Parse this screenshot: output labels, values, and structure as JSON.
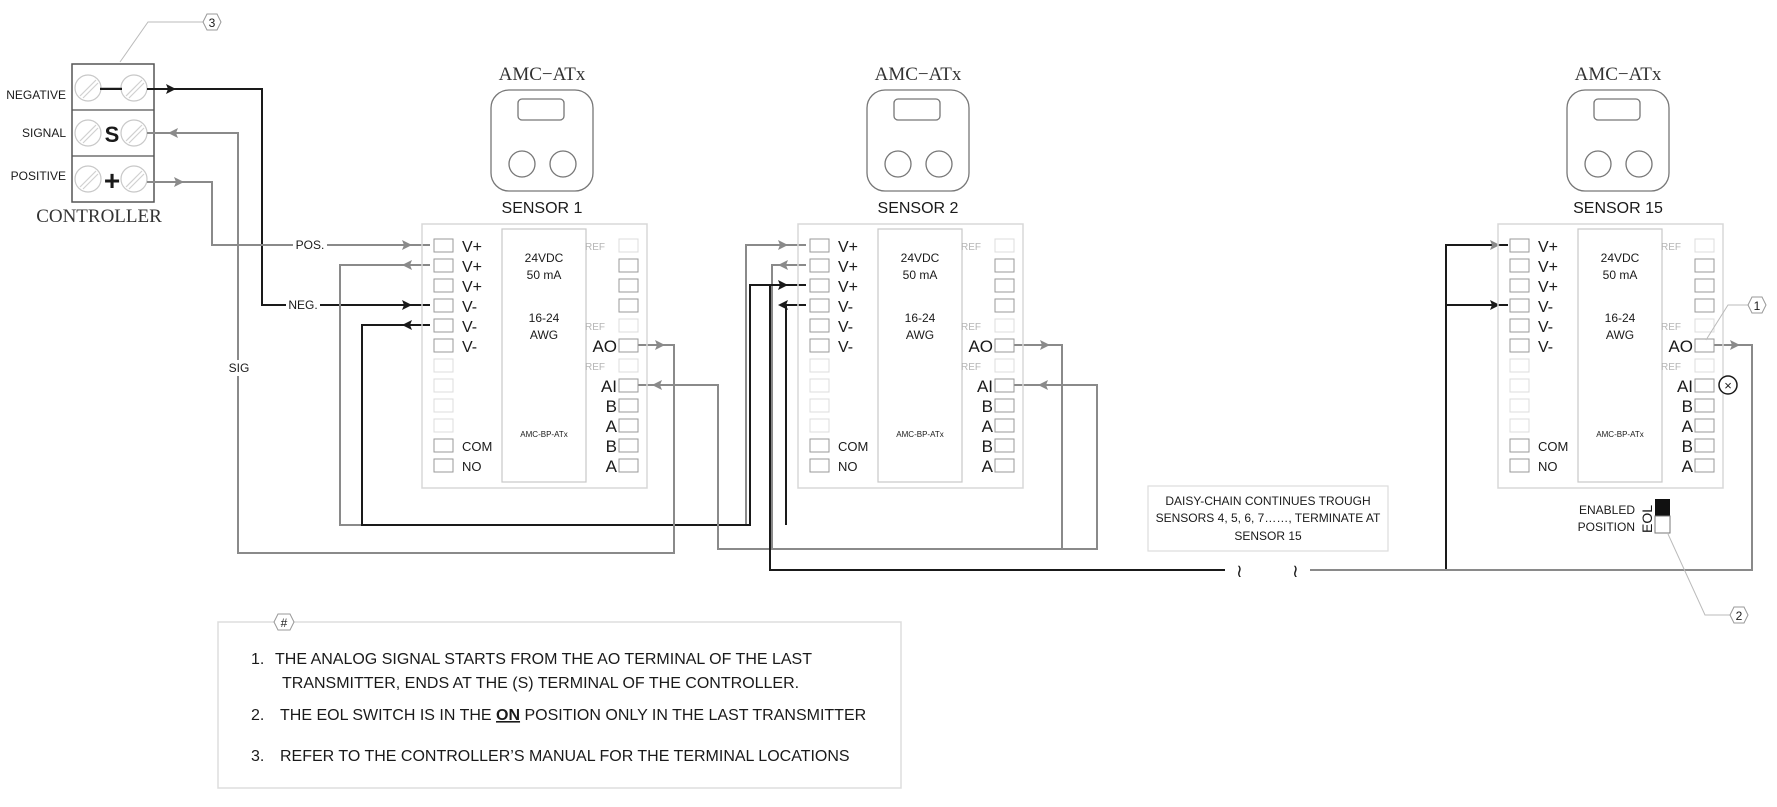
{
  "controller": {
    "label": "CONTROLLER",
    "callout": "3",
    "rows": [
      {
        "label": "NEGATIVE",
        "symbol": "—"
      },
      {
        "label": "SIGNAL",
        "symbol": "S"
      },
      {
        "label": "POSITIVE",
        "symbol": "+"
      }
    ]
  },
  "wire_labels": {
    "pos": "POS.",
    "neg": "NEG.",
    "sig": "SIG"
  },
  "sensors": [
    {
      "model": "AMC−ATx",
      "name": "SENSOR 1"
    },
    {
      "model": "AMC−ATx",
      "name": "SENSOR 2"
    },
    {
      "model": "AMC−ATx",
      "name": "SENSOR 15"
    }
  ],
  "board": {
    "left_labels": [
      "V+",
      "V+",
      "V+",
      "V-",
      "V-",
      "V-",
      "",
      "",
      "",
      "",
      "COM",
      "NO"
    ],
    "right_labels": [
      "REF",
      "",
      "",
      "",
      "REF",
      "AO",
      "REF",
      "AI",
      "B",
      "A",
      "B",
      "A"
    ],
    "center_power": [
      "24VDC",
      "50 mA"
    ],
    "center_wire": [
      "16-24",
      "AWG"
    ],
    "center_part": "AMC-BP-ATx"
  },
  "daisy_chain_note": [
    "DAISY-CHAIN CONTINUES TROUGH",
    "SENSORS 4, 5, 6, 7……, TERMINATE AT",
    "SENSOR 15"
  ],
  "eol": {
    "label_line1": "ENABLED",
    "label_line2": "POSITION",
    "switch_label": "EOL",
    "callout": "2",
    "state": "on"
  },
  "ao_callout": "1",
  "ai_terminator_symbol": "⊗",
  "notes": {
    "callout": "#",
    "items": [
      {
        "num": "1.",
        "line1": "THE ANALOG SIGNAL STARTS FROM THE AO TERMINAL OF THE LAST",
        "line2": "TRANSMITTER, ENDS AT THE (S) TERMINAL OF THE CONTROLLER."
      },
      {
        "num": "2.",
        "pre": "THE EOL SWITCH IS IN THE ",
        "emph": "ON",
        "post": " POSITION ONLY IN THE  LAST TRANSMITTER"
      },
      {
        "num": "3.",
        "line1": "REFER TO THE CONTROLLER’S MANUAL FOR THE TERMINAL LOCATIONS"
      }
    ]
  }
}
